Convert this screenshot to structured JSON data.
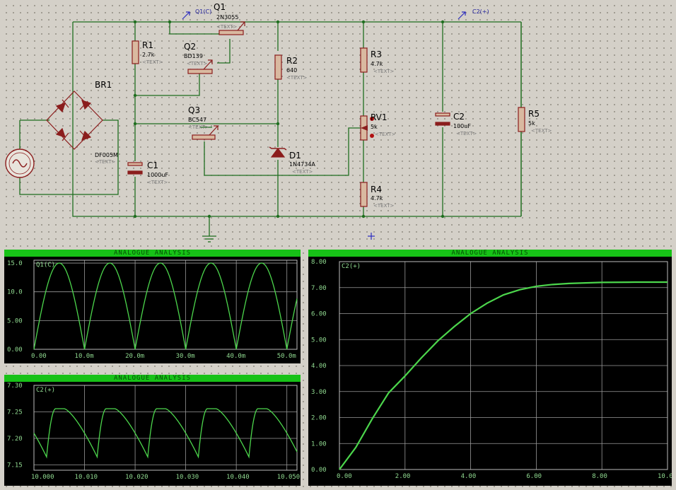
{
  "schematic": {
    "probes": [
      {
        "label": "Q1(C)"
      },
      {
        "label": "C2(+)"
      }
    ],
    "components": {
      "R1": {
        "ref": "R1",
        "value": "2.7k",
        "text": "<TEXT>"
      },
      "R2": {
        "ref": "R2",
        "value": "640",
        "text": "<TEXT>"
      },
      "R3": {
        "ref": "R3",
        "value": "4.7k",
        "text": "<TEXT>"
      },
      "R4": {
        "ref": "R4",
        "value": "4.7k",
        "text": "<TEXT>"
      },
      "R5": {
        "ref": "R5",
        "value": "5k",
        "text": "<TEXT>"
      },
      "RV1": {
        "ref": "RV1",
        "value": "5k",
        "text": "<TEXT>"
      },
      "C1": {
        "ref": "C1",
        "value": "1000uF",
        "text": "<TEXT>"
      },
      "C2": {
        "ref": "C2",
        "value": "100uF",
        "text": "<TEXT>"
      },
      "Q1": {
        "ref": "Q1",
        "value": "2N3055",
        "text": "<TEXT>"
      },
      "Q2": {
        "ref": "Q2",
        "value": "BD139",
        "text": "<TEXT>"
      },
      "Q3": {
        "ref": "Q3",
        "value": "BC547",
        "text": "<TEXT>"
      },
      "D1": {
        "ref": "D1",
        "value": "1N4734A",
        "text": "<TEXT>"
      },
      "BR1": {
        "ref": "BR1",
        "value": "DF005M",
        "text": "<TEXT>"
      }
    }
  },
  "graphs": [
    {
      "id": "graph1",
      "title": "ANALOGUE ANALYSIS",
      "trace": "Q1(C)",
      "colors": {
        "trace": "#4cd64c",
        "grid": "#9a9a9a",
        "title_bar": "#17c217"
      },
      "chart_data": {
        "type": "line",
        "series": [
          {
            "name": "Q1(C)",
            "kind": "full-wave rectified sine, 100 Hz, peak 15.0"
          }
        ],
        "xlabel": "",
        "ylabel": "",
        "xlim": [
          0,
          0.052
        ],
        "ylim": [
          0,
          15.5
        ],
        "x_ticks": [
          "0.00",
          "10.0m",
          "20.0m",
          "30.0m",
          "40.0m",
          "50.0m"
        ],
        "y_ticks": [
          "0.00",
          "5.00",
          "10.0",
          "15.0"
        ],
        "grid": true
      }
    },
    {
      "id": "graph2",
      "title": "ANALOGUE ANALYSIS",
      "trace": "C2(+)",
      "colors": {
        "trace": "#4cd64c",
        "grid": "#9a9a9a",
        "title_bar": "#17c217"
      },
      "chart_data": {
        "type": "line",
        "series": [
          {
            "name": "C2(+)",
            "kind": "ripple 7.16 to 7.26, period 0.01"
          }
        ],
        "xlabel": "",
        "ylabel": "",
        "xlim": [
          10.0,
          10.052
        ],
        "ylim": [
          7.14,
          7.3
        ],
        "x_ticks": [
          "10.000",
          "10.010",
          "10.020",
          "10.030",
          "10.040",
          "10.050"
        ],
        "y_ticks": [
          "7.15",
          "7.20",
          "7.25",
          "7.30"
        ],
        "grid": true
      }
    },
    {
      "id": "graph3",
      "title": "ANALOGUE ANALYSIS",
      "trace": "C2(+)",
      "colors": {
        "trace": "#4cd64c",
        "grid": "#9a9a9a",
        "title_bar": "#17c217"
      },
      "chart_data": {
        "type": "line",
        "series": [
          {
            "name": "C2(+)",
            "points": [
              [
                0.0,
                0.0
              ],
              [
                0.5,
                0.85
              ],
              [
                1.0,
                1.95
              ],
              [
                1.5,
                2.95
              ],
              [
                2.0,
                3.6
              ],
              [
                2.5,
                4.3
              ],
              [
                3.0,
                4.95
              ],
              [
                3.5,
                5.5
              ],
              [
                4.0,
                6.0
              ],
              [
                4.5,
                6.4
              ],
              [
                5.0,
                6.72
              ],
              [
                5.5,
                6.92
              ],
              [
                6.0,
                7.05
              ],
              [
                6.5,
                7.12
              ],
              [
                7.0,
                7.16
              ],
              [
                7.5,
                7.18
              ],
              [
                8.0,
                7.2
              ],
              [
                9.0,
                7.21
              ],
              [
                10.0,
                7.21
              ]
            ]
          }
        ],
        "xlabel": "",
        "ylabel": "",
        "xlim": [
          0,
          10.0
        ],
        "ylim": [
          0,
          8.0
        ],
        "x_ticks": [
          "0.00",
          "2.00",
          "4.00",
          "6.00",
          "8.00",
          "10.0"
        ],
        "y_ticks": [
          "0.00",
          "1.00",
          "2.00",
          "3.00",
          "4.00",
          "5.00",
          "6.00",
          "7.00",
          "8.00"
        ],
        "grid": true
      }
    }
  ]
}
